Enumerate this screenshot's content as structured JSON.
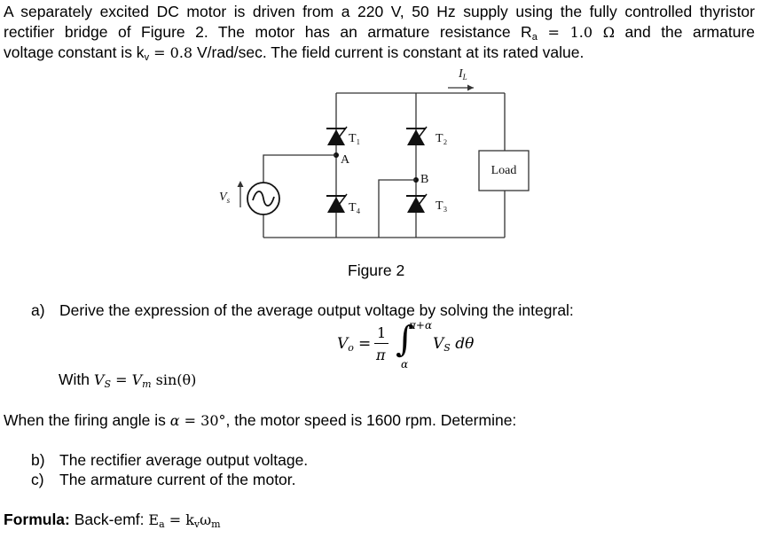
{
  "intro": {
    "line1": "A separately excited DC motor is driven from a 220 V, 50 Hz supply using the fully controlled thyristor",
    "line2_pre": "rectifier bridge of Figure 2. The motor has an armature resistance R",
    "line2_sub": "a",
    "line2_eq": " = 1.0 Ω",
    "line2_post": " and the armature",
    "line3_pre": "voltage constant is k",
    "line3_sub": "v",
    "line3_eq": " = 0.8",
    "line3_post": " V/rad/sec. The field current is constant at its rated value."
  },
  "figure": {
    "current_label": "I",
    "current_sub": "L",
    "source_label": "V",
    "source_sub": "s",
    "T1": "T₁",
    "T2": "T₂",
    "T3": "T₃",
    "T4": "T₄",
    "node_A": "A",
    "node_B": "B",
    "load": "Load",
    "caption": "Figure 2"
  },
  "part_a": {
    "label": "a)",
    "text": "Derive the expression of the average output voltage by solving the integral:",
    "vo": "V",
    "vo_sub": "o",
    "eq": "=",
    "num": "1",
    "den": "π",
    "upper": "π+α",
    "lower": "α",
    "integrand_v": "V",
    "integrand_sub": "S",
    "dtheta": "dθ"
  },
  "with": {
    "pre": "With ",
    "vs": "V",
    "vs_sub": "S",
    "eq": " = ",
    "vm": "V",
    "vm_sub": "m",
    "sin": " sin(θ)"
  },
  "condition": {
    "pre": "When the firing angle is ",
    "alpha": "α",
    "value": " = 30°",
    "post": ", the motor speed is 1600 rpm. Determine:"
  },
  "part_b": {
    "label": "b)",
    "text": "The rectifier average output voltage."
  },
  "part_c": {
    "label": "c)",
    "text": "The armature current of the motor."
  },
  "formula": {
    "label": "Formula:",
    "text": " Back-emf: ",
    "Ea": "E",
    "Ea_sub": "a",
    "eq": " = k",
    "kv_sub": "v",
    "omega": "ω",
    "omega_sub": "m"
  }
}
